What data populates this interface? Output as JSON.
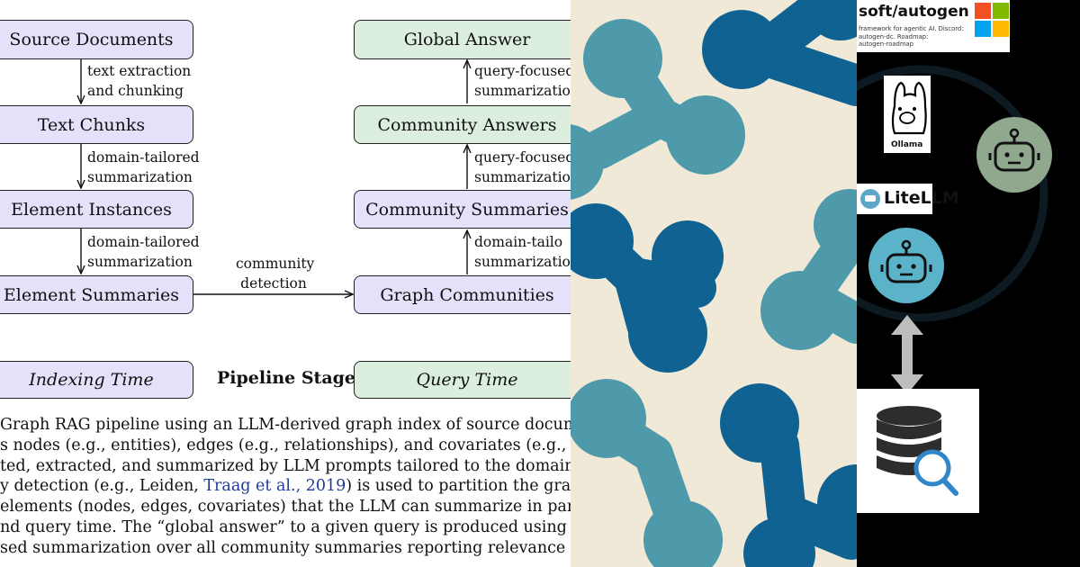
{
  "diagram": {
    "nodes": {
      "source_documents": "Source Documents",
      "text_chunks": "Text Chunks",
      "element_instances": "Element Instances",
      "element_summaries": "Element Summaries",
      "graph_communities": "Graph Communities",
      "community_summaries": "Community Summaries",
      "community_answers": "Community Answers",
      "global_answer": "Global Answer"
    },
    "edges": {
      "extraction_1": "text extraction",
      "extraction_2": "and chunking",
      "tailored_a1": "domain-tailored",
      "tailored_a2": "summarization",
      "tailored_b1": "domain-tailored",
      "tailored_b2": "summarization",
      "community_1": "community",
      "community_2": "detection",
      "qf_a1": "domain-tailo",
      "qf_a2": "summarizatio",
      "qf_b1": "query-focused",
      "qf_b2": "summarization",
      "qf_c1": "query-focused",
      "qf_c2": "summarization"
    },
    "legend": {
      "indexing": "Indexing Time",
      "stage": "Pipeline Stage",
      "query": "Query Time"
    }
  },
  "caption": {
    "l1": "Graph RAG pipeline using an LLM-derived graph index of source docume",
    "l2": "s nodes (e.g., entities), edges (e.g., relationships), and covariates (e.g., clair",
    "l3": "ted, extracted, and summarized by LLM prompts tailored to the domain of",
    "l4a": "y detection (e.g., Leiden, ",
    "l4cite": "Traag et al., 2019",
    "l4b": ") is used to partition the grap",
    "l5": "elements (nodes, edges, covariates) that the LLM can summarize in parallel a",
    "l6": "nd query time.  The “global answer” to a given query is produced using a fi",
    "l7": "sed summarization over all community summaries reporting relevance to th"
  },
  "right_panel": {
    "repo_title": "soft/autogen",
    "repo_desc_1": "framework for agentic AI. Discord:",
    "repo_desc_2": "autogen-dc. Roadmap:",
    "repo_desc_3": "autogen-roadmap",
    "ollama_label": "Ollama",
    "litellm_label": "LiteLLM"
  },
  "colors": {
    "indexing_fill": "#e4e2fb",
    "query_fill": "#dcefdf",
    "citation": "#1f3b9a",
    "molecule_dark": "#0f6291",
    "molecule_light": "#4e9aaa",
    "background_cream": "#f0e9d8",
    "robot_green": "#8fa88e",
    "robot_blue": "#5bb3c9"
  }
}
